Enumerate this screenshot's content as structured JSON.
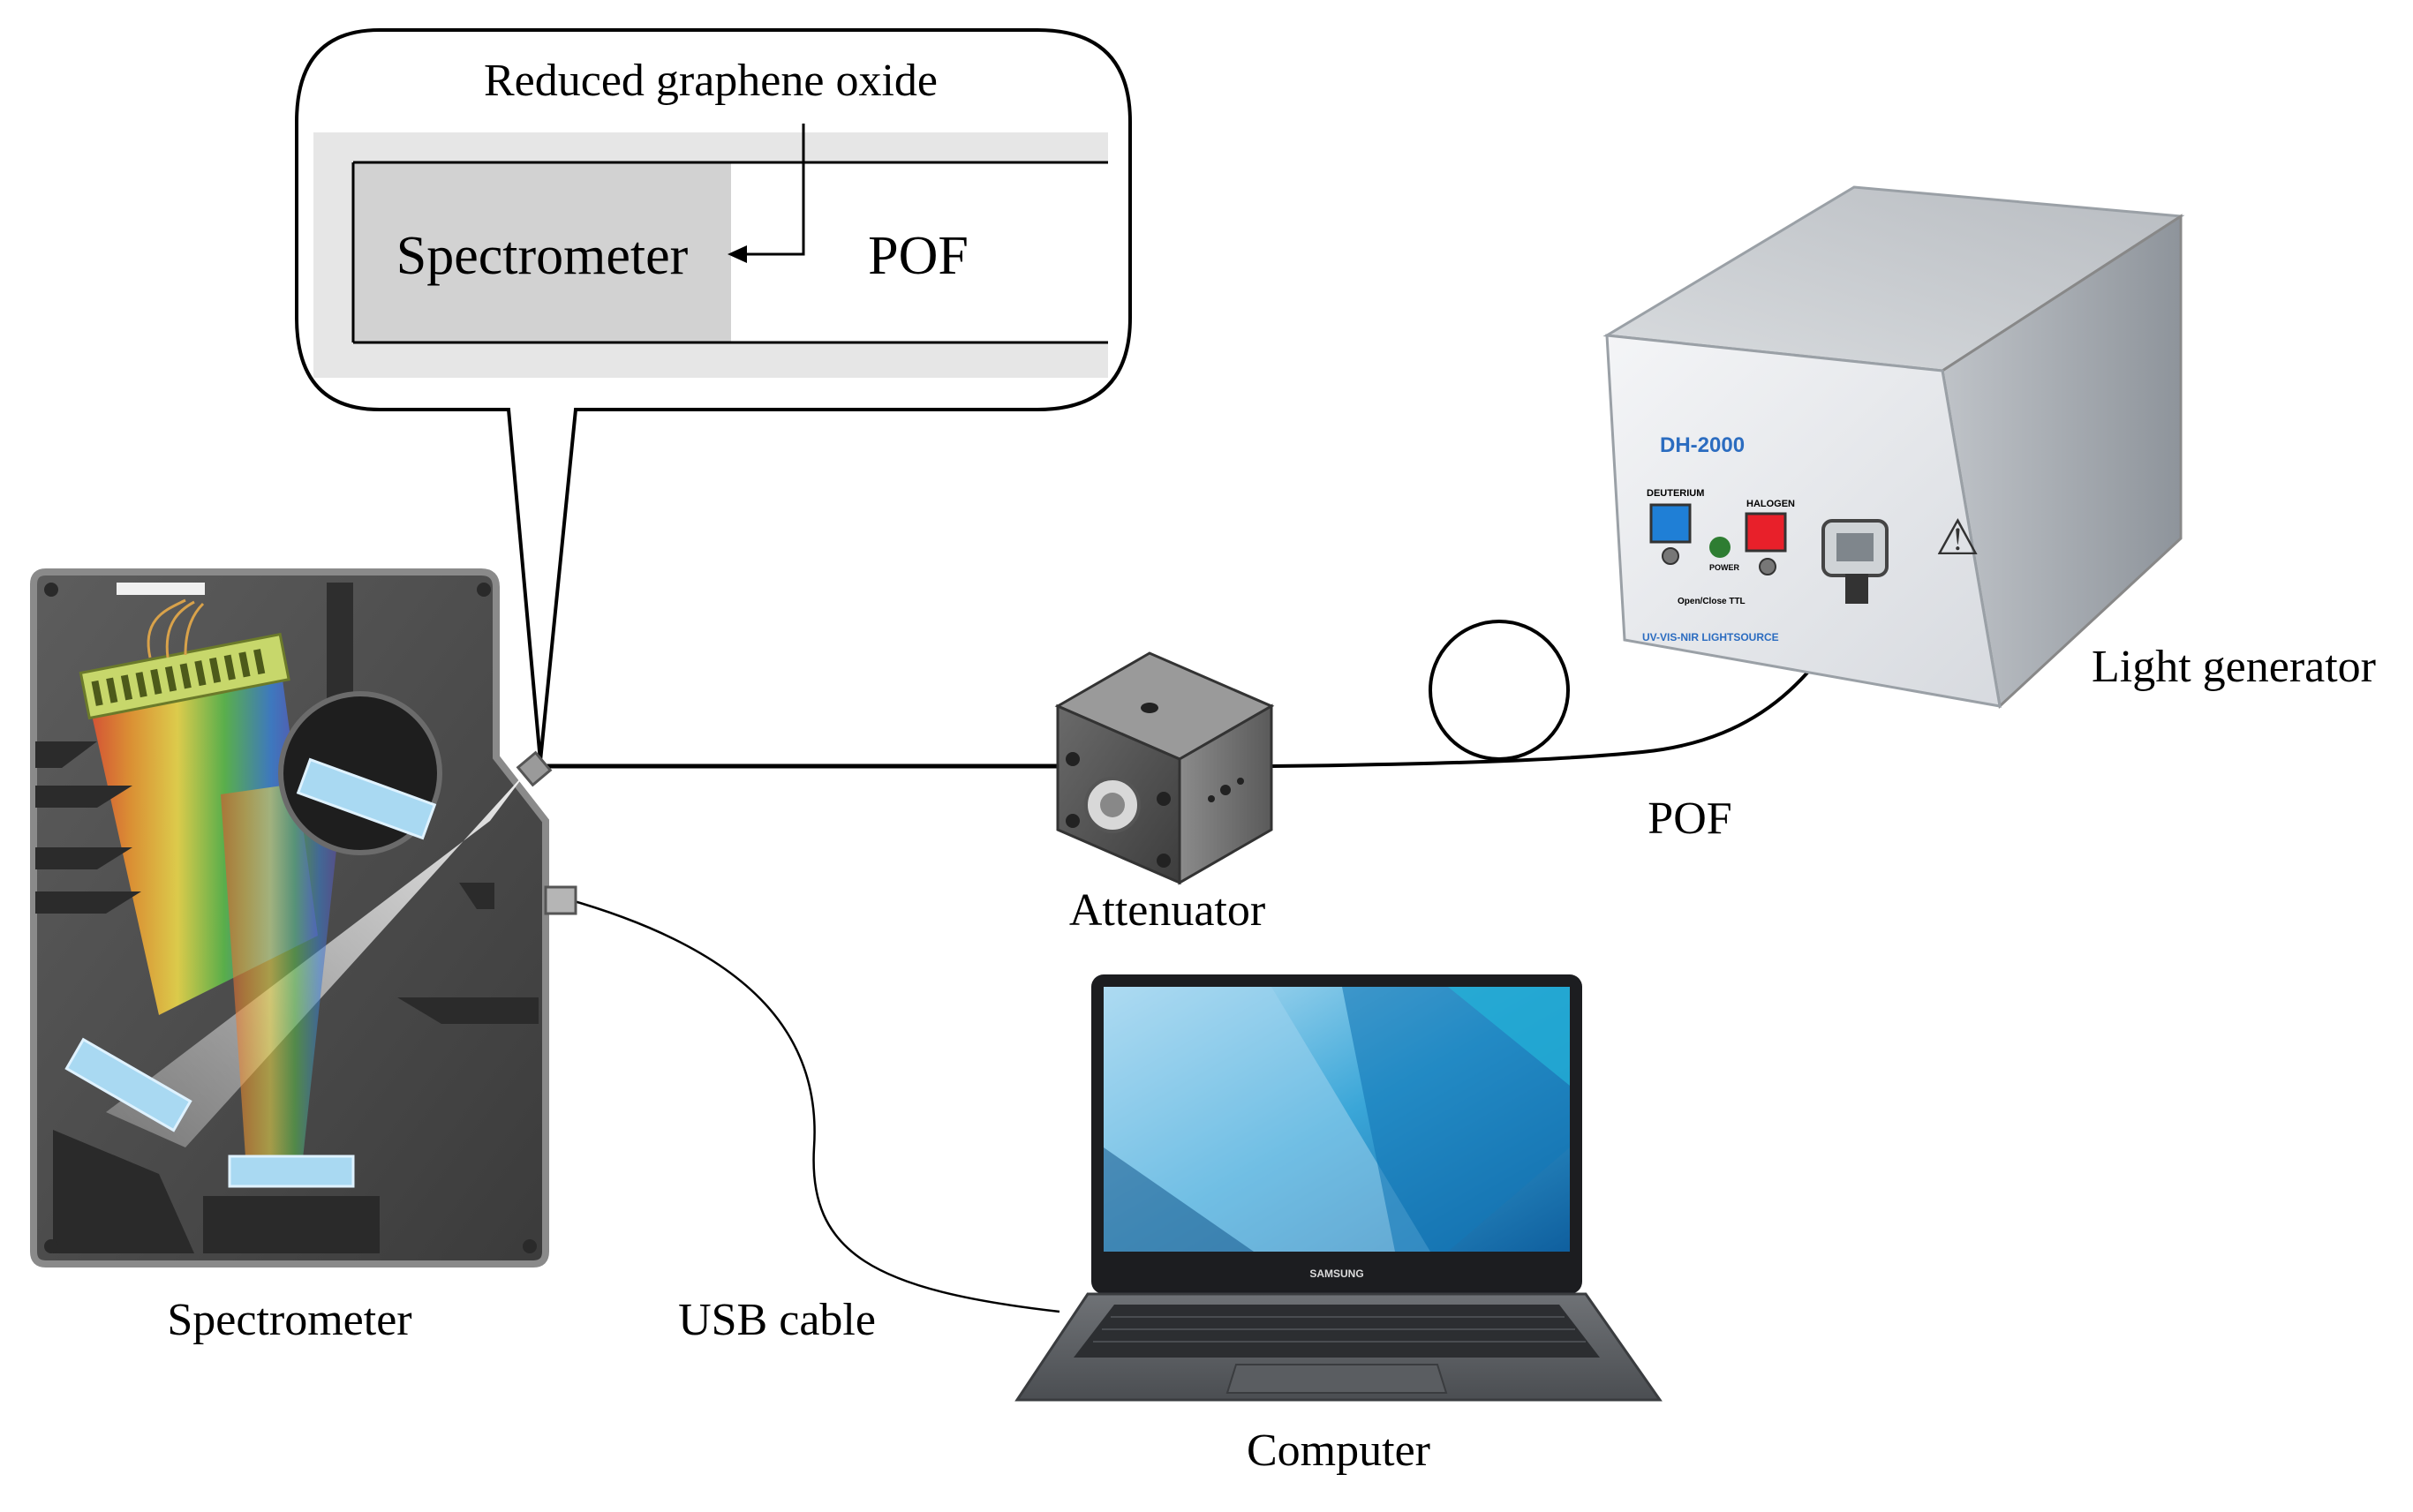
{
  "callout": {
    "title": "Reduced graphene oxide",
    "left_label": "Spectrometer",
    "right_label": "POF"
  },
  "labels": {
    "spectrometer": "Spectrometer",
    "usb_cable": "USB cable",
    "attenuator": "Attenuator",
    "pof": "POF",
    "light_generator": "Light generator",
    "computer": "Computer"
  },
  "device_panel": {
    "model": "DH-2000",
    "deuterium": "DEUTERIUM",
    "halogen": "HALOGEN",
    "power": "POWER",
    "ttl": "Open/Close TTL",
    "footer": "UV-VIS-NIR LIGHTSOURCE",
    "deuterium_color": "#1f7fd6",
    "halogen_color": "#e8202a",
    "power_color": "#2e7d32"
  },
  "laptop": {
    "brand": "SAMSUNG"
  },
  "icons": {
    "warning": "⚠"
  }
}
